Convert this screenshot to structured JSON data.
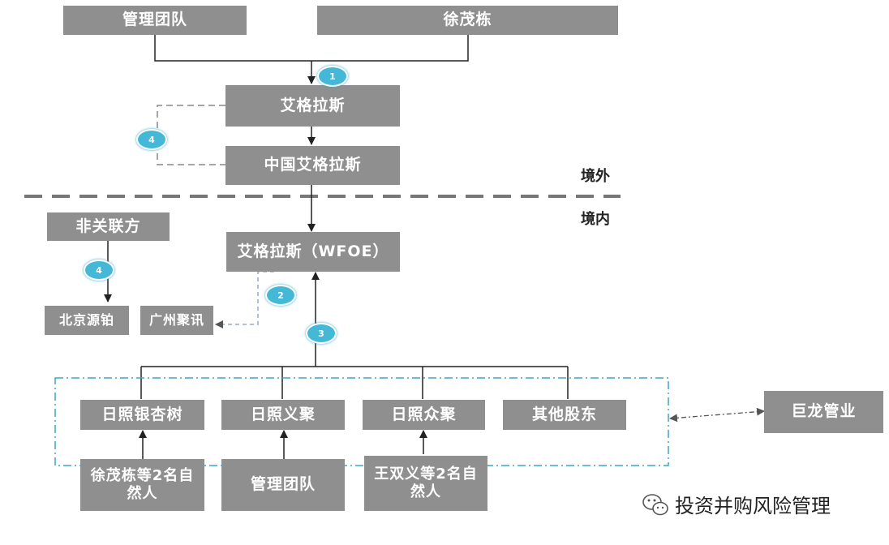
{
  "nodes": {
    "mgmt_top": "管理团队",
    "xu_top": "徐茂栋",
    "aiges": "艾格拉斯",
    "china_aiges": "中国艾格拉斯",
    "nonrelated": "非关联方",
    "wfoe": "艾格拉斯（WFOE）",
    "beijing": "北京源铂",
    "guangzhou": "广州聚讯",
    "rizhao_yinxing": "日照银杏树",
    "rizhao_yiqun": "日照义聚",
    "rizhao_zhongju": "日照众聚",
    "other_holders": "其他股东",
    "julong": "巨龙管业",
    "xu_people": "徐茂栋等2名自然人",
    "mgmt_bottom": "管理团队",
    "wang_people": "王双义等2名自然人"
  },
  "badges": {
    "b1": "1",
    "b4a": "4",
    "b2": "2",
    "b3": "3",
    "b4b": "4"
  },
  "regions": {
    "offshore": "境外",
    "onshore": "境内"
  },
  "watermark": {
    "text": "投资并购风险管理",
    "icon": "wechat-icon"
  },
  "colors": {
    "box": "#8f8f8f",
    "badge": "#45b8d8",
    "dotted_frame": "#3aa7c8",
    "line": "#222222",
    "dash_line": "#777777"
  }
}
